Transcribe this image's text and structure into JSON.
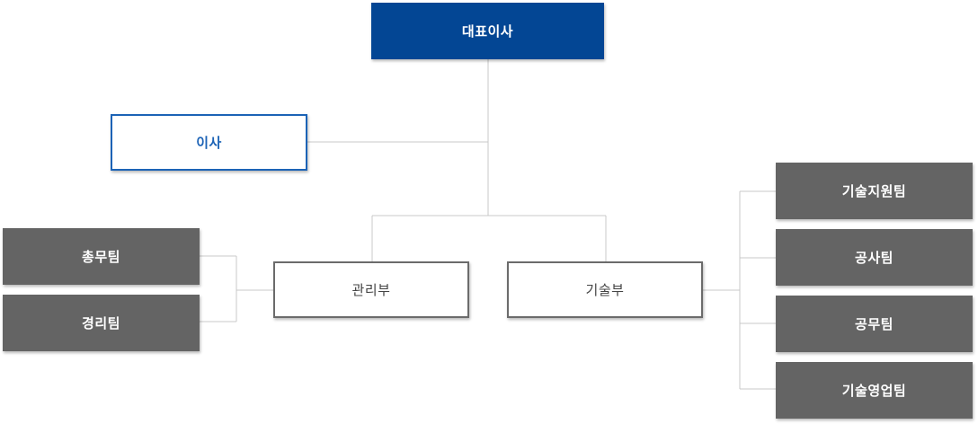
{
  "org_chart": {
    "ceo": {
      "label": "대표이사"
    },
    "director": {
      "label": "이사"
    },
    "departments": [
      {
        "label": "관리부",
        "teams": [
          "총무팀",
          "경리팀"
        ]
      },
      {
        "label": "기술부",
        "teams": [
          "기술지원팀",
          "공사팀",
          "공무팀",
          "기술영업팀"
        ]
      }
    ]
  },
  "colors": {
    "ceo_fill": "#034694",
    "director_border": "#1c63b6",
    "department_border": "#6b6b6b",
    "team_fill": "#646464",
    "connector": "#c8c8c8"
  }
}
